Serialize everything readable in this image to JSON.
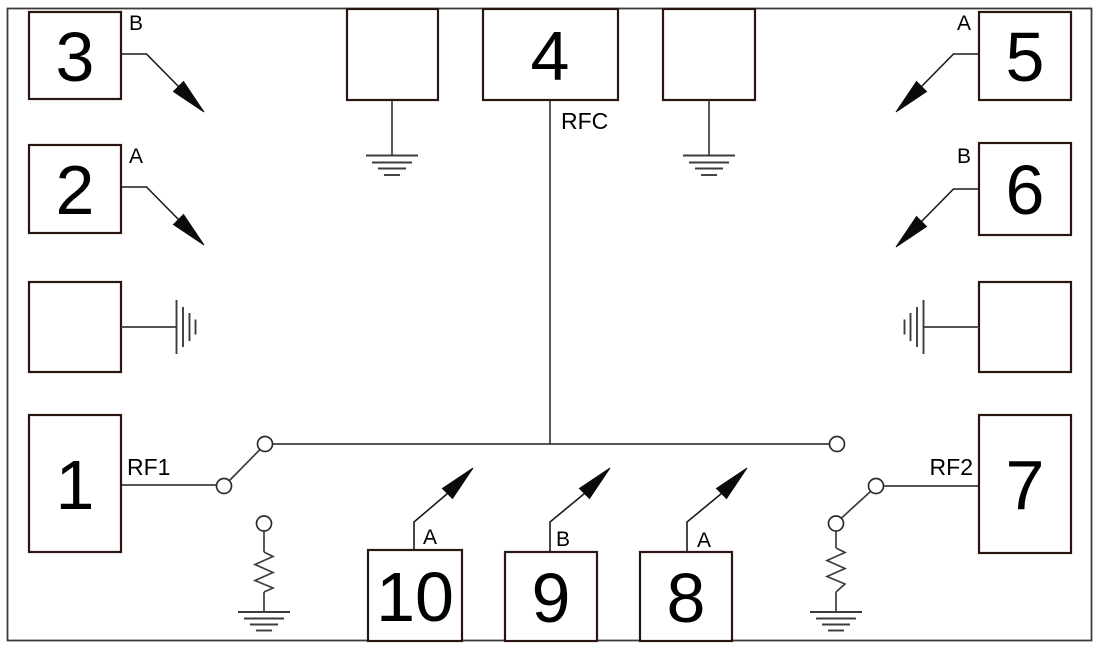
{
  "colors": {
    "background": "#ffffff",
    "wire": "#3c3c3c",
    "box_border": "#2a1510",
    "text": "#000000",
    "arrow": "#0a0a0a"
  },
  "pins": {
    "p1": {
      "number": "1",
      "label": "RF1"
    },
    "p2": {
      "number": "2",
      "label": "A"
    },
    "p3": {
      "number": "3",
      "label": "B"
    },
    "p4": {
      "number": "4",
      "label": "RFC"
    },
    "p5": {
      "number": "5",
      "label": "A"
    },
    "p6": {
      "number": "6",
      "label": "B"
    },
    "p7": {
      "number": "7",
      "label": "RF2"
    },
    "p8": {
      "number": "8",
      "label": "A"
    },
    "p9": {
      "number": "9",
      "label": "B"
    },
    "p10": {
      "number": "10",
      "label": "A"
    }
  }
}
